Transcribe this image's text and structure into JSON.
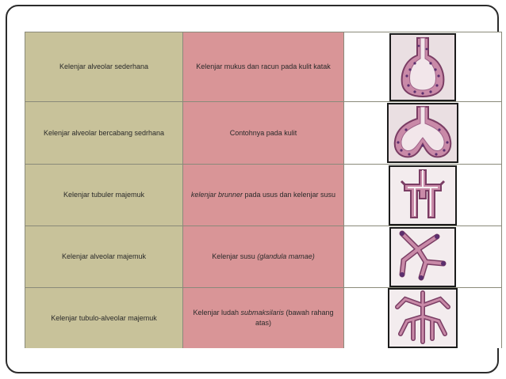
{
  "rows": [
    {
      "name": "Kelenjar alveolar sederhana",
      "example": [
        {
          "text": "Kelenjar mukus dan racun pada kulit katak",
          "italic": false
        }
      ],
      "icon": "simple-alveolar-gland-icon"
    },
    {
      "name": "Kelenjar alveolar bercabang sedrhana",
      "example": [
        {
          "text": "Contohnya pada kulit",
          "italic": false
        }
      ],
      "icon": "branched-alveolar-gland-icon"
    },
    {
      "name": "Kelenjar tubuler majemuk",
      "example": [
        {
          "text": "kelenjar brunner",
          "italic": true
        },
        {
          "text": " pada usus dan kelenjar susu",
          "italic": false
        }
      ],
      "icon": "compound-tubular-gland-icon"
    },
    {
      "name": "Kelenjar alveolar majemuk",
      "example": [
        {
          "text": "Kelenjar susu ",
          "italic": false
        },
        {
          "text": "(glandula mamae)",
          "italic": true
        }
      ],
      "icon": "compound-alveolar-gland-icon"
    },
    {
      "name": "Kelenjar tubulo-alveolar majemuk",
      "example": [
        {
          "text": "Kelenjar ludah ",
          "italic": false
        },
        {
          "text": "submaksilaris",
          "italic": true
        },
        {
          "text": " (bawah rahang atas)",
          "italic": false
        }
      ],
      "icon": "compound-tubuloalveolar-gland-icon"
    }
  ],
  "colors": {
    "name_column": "#c8c29a",
    "example_column": "#d99597",
    "tissue_fill": "#c98aa8",
    "tissue_outline": "#7a3d64"
  }
}
